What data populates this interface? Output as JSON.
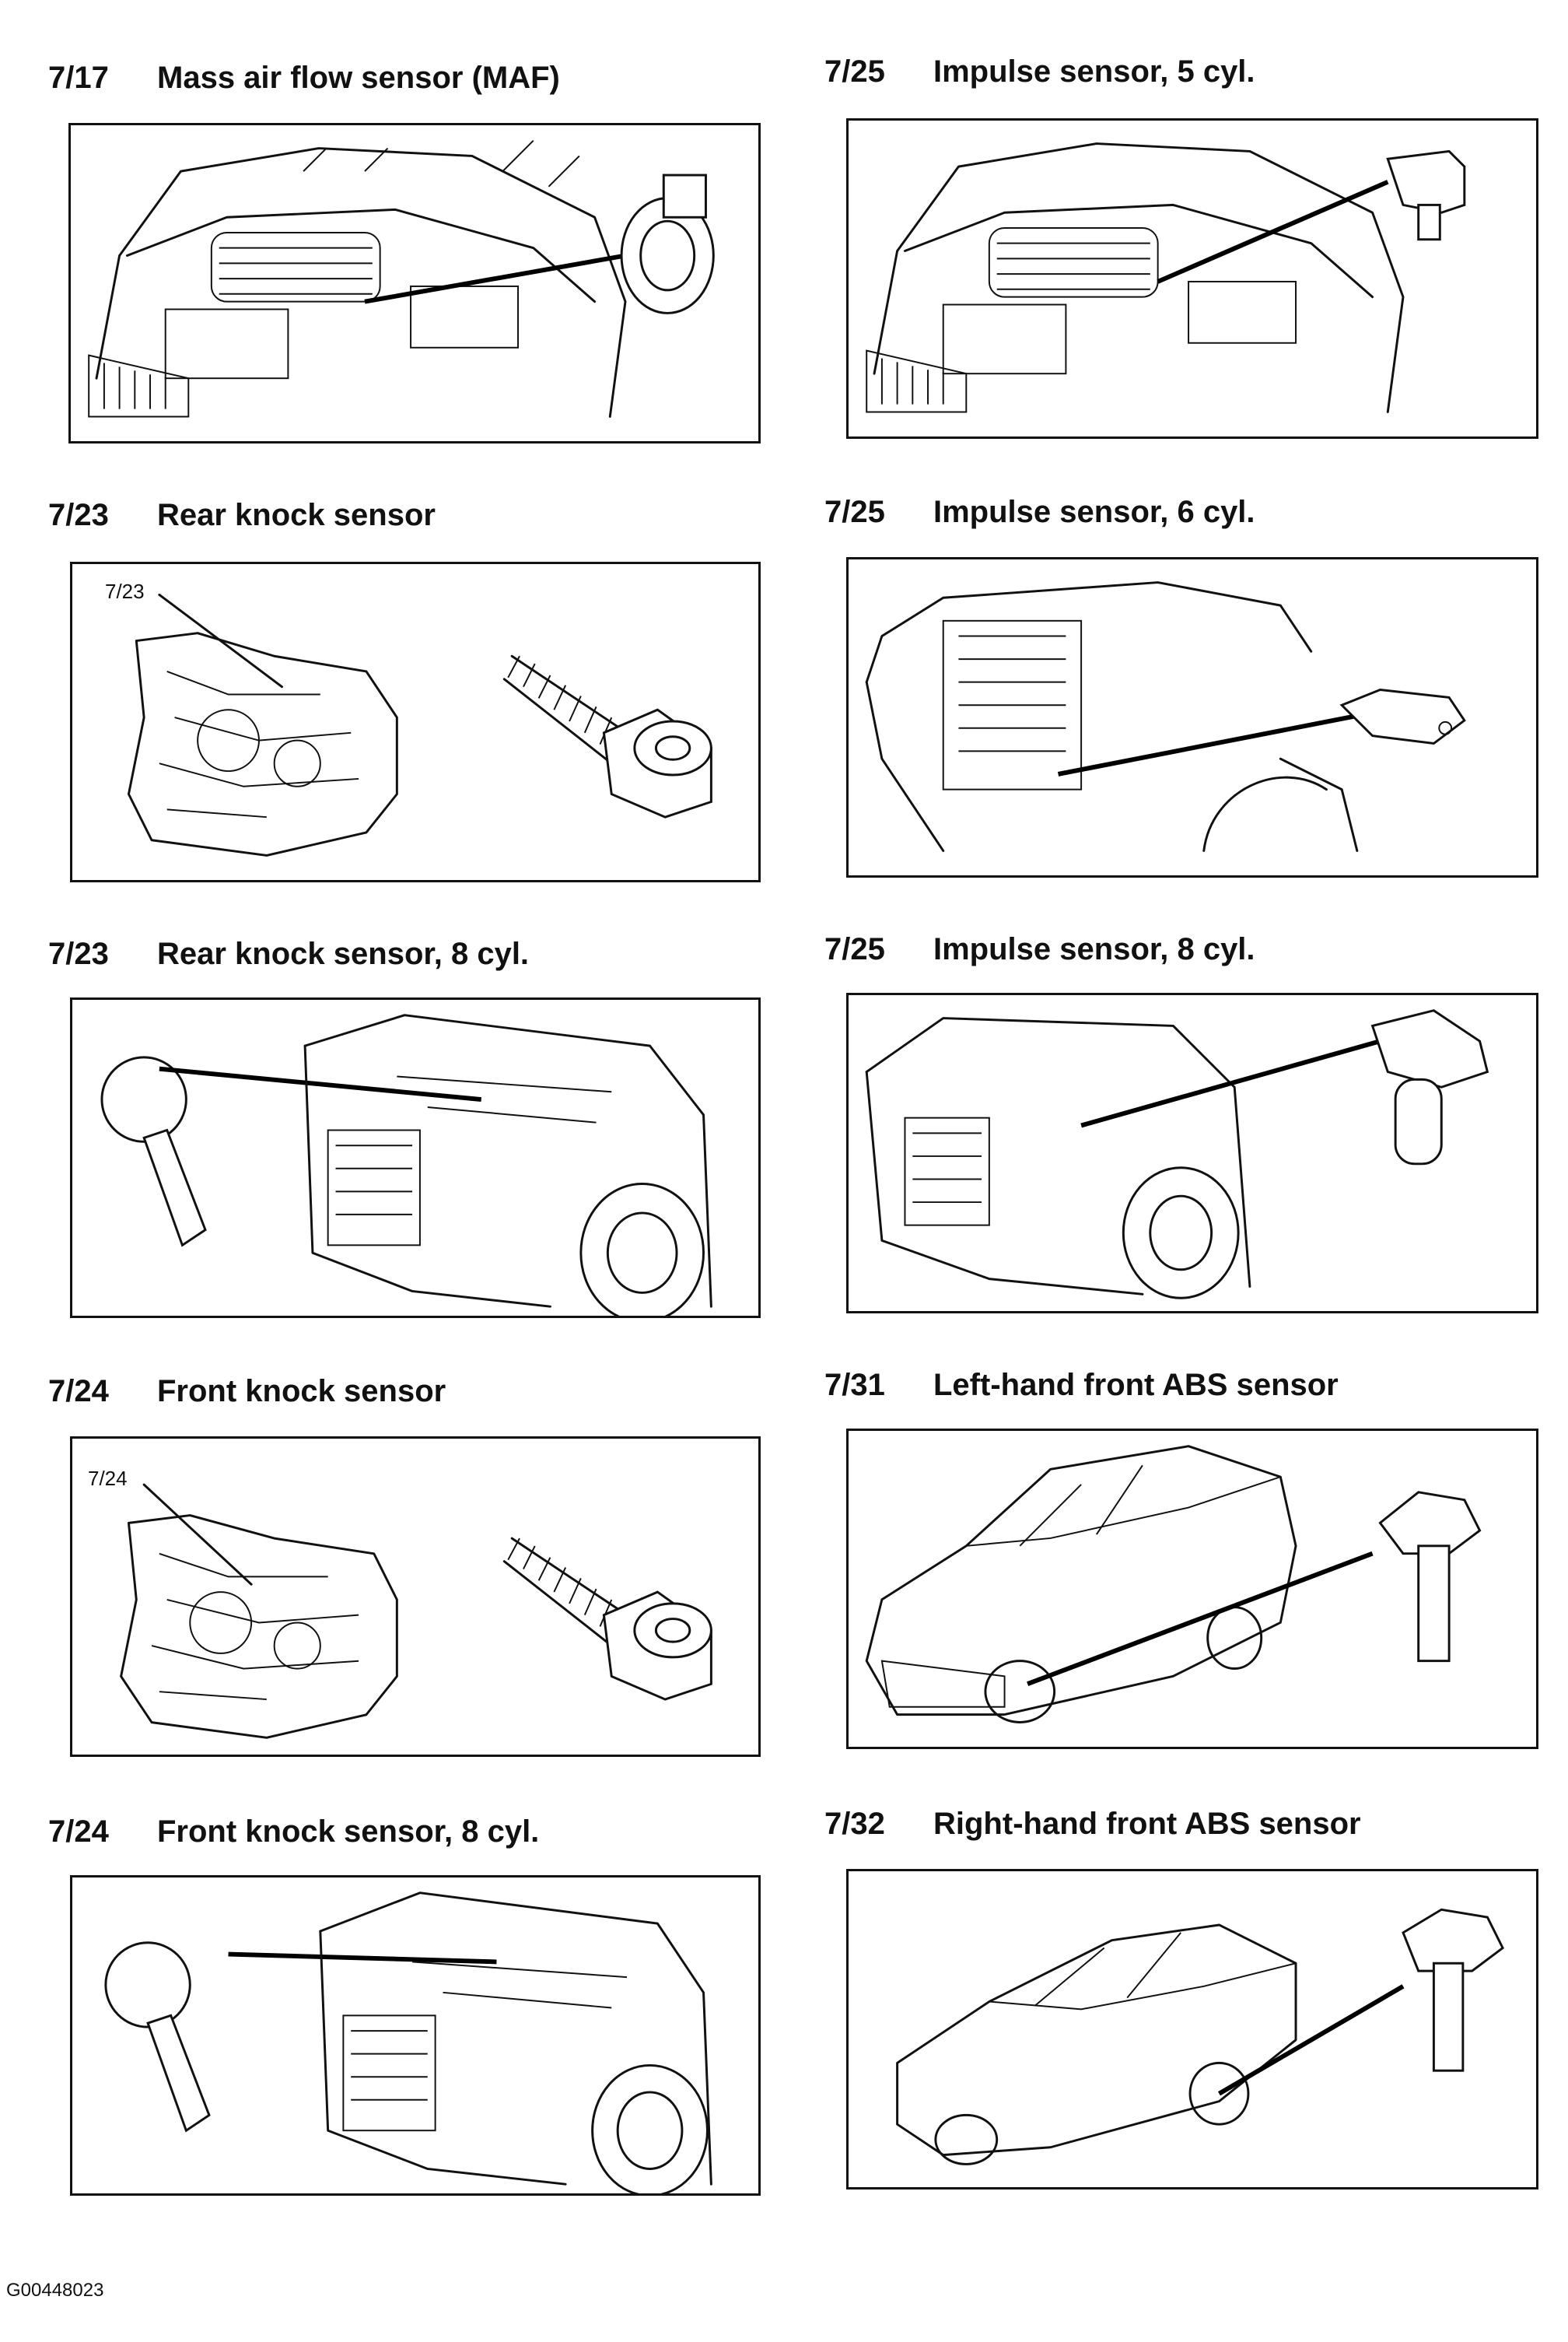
{
  "sections": [
    {
      "code": "7/17",
      "title": "Mass air flow sensor (MAF)"
    },
    {
      "code": "7/25",
      "title": "Impulse sensor, 5 cyl."
    },
    {
      "code": "7/23",
      "title": "Rear knock sensor",
      "callout": "7/23"
    },
    {
      "code": "7/25",
      "title": "Impulse sensor, 6 cyl."
    },
    {
      "code": "7/23",
      "title": "Rear knock sensor, 8 cyl."
    },
    {
      "code": "7/25",
      "title": "Impulse sensor, 8 cyl."
    },
    {
      "code": "7/24",
      "title": "Front knock sensor",
      "callout": "7/24"
    },
    {
      "code": "7/31",
      "title": "Left-hand front ABS sensor"
    },
    {
      "code": "7/24",
      "title": "Front knock sensor, 8 cyl."
    },
    {
      "code": "7/32",
      "title": "Right-hand front ABS sensor"
    }
  ],
  "footer": {
    "id": "G00448023"
  }
}
